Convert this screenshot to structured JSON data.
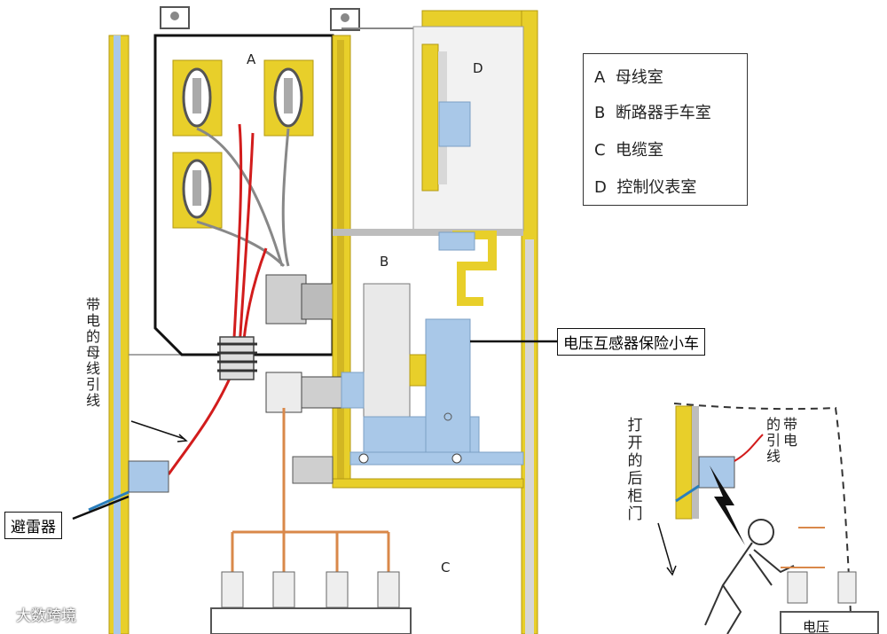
{
  "compartments": {
    "a": "A",
    "b": "B",
    "c": "C",
    "d": "D"
  },
  "legend": {
    "items": [
      {
        "key": "A",
        "text": "母线室"
      },
      {
        "key": "B",
        "text": "断路器手车室"
      },
      {
        "key": "C",
        "text": "电缆室"
      },
      {
        "key": "D",
        "text": "控制仪表室"
      }
    ]
  },
  "labels": {
    "vt_cart": "电压互感器保险小车",
    "arrester": "避雷器",
    "live_busbar_lead": "带电的母线引线",
    "open_rear_door": "打开的后柜门",
    "live_lead_col1": "带电",
    "live_lead_col2": "的引线",
    "bottom_partial": "电压"
  },
  "watermark": "大数跨境",
  "colors": {
    "frame": "#e8cf2a",
    "frame_dark": "#c8a814",
    "panel": "#e3e3e3",
    "blue_part": "#a9c8e8",
    "red_wire": "#d21c1c",
    "orange_wire": "#d9884a",
    "cable": "#2a7fbd"
  }
}
